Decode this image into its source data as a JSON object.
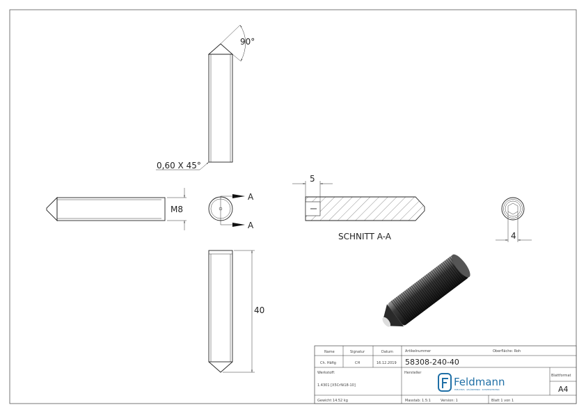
{
  "drawing": {
    "angle_label": "90°",
    "chamfer_label": "0,60 X 45°",
    "thread_label": "M8",
    "length_label": "40",
    "section_marker": "A",
    "section_title": "SCHNITT A-A",
    "socket_depth_label": "5",
    "socket_size_label": "4"
  },
  "title_block": {
    "name_header": "Name",
    "signature_header": "Signatur",
    "date_header": "Datum",
    "name": "Ch. Häfig",
    "signature": "CH",
    "date": "16.12.2019",
    "article_header": "Artikelnummer",
    "surface": "Oberfläche:  Roh",
    "article_number": "58308-240-40",
    "material_header": "Werkstoff:",
    "material": "1.4301 [X5CrNi18-10]",
    "manufacturer_header": "Hersteller",
    "logo_text": "Feldmann",
    "logo_tagline": "EDELSTAHL · GELÄNDERBAU · SCHWEISSTECHNIK",
    "logo_color": "#1f6fa6",
    "format_header": "Blattformat",
    "format": "A4",
    "weight": "Gewicht 14.52 kg",
    "scale": "Masstab: 1.5:1",
    "version": "Version: 1",
    "sheet": "Blatt 1 von 1"
  }
}
